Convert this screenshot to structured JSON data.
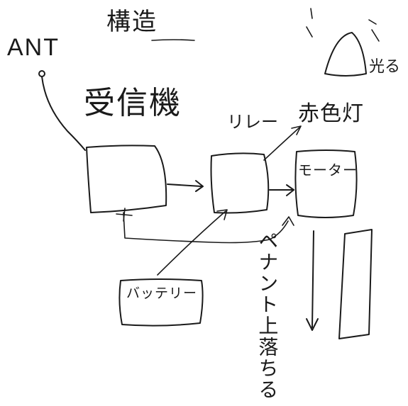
{
  "title": "構造",
  "antenna_label": "ANT",
  "receiver_label": "受信機",
  "relay_label": "リレー",
  "light_label": "赤色灯",
  "glow_label": "光る",
  "motor_label": "モーター",
  "battery_label": "バッテリー",
  "vertical_note": "ペナント上落ちる",
  "ink_color": "#1a1a1a"
}
